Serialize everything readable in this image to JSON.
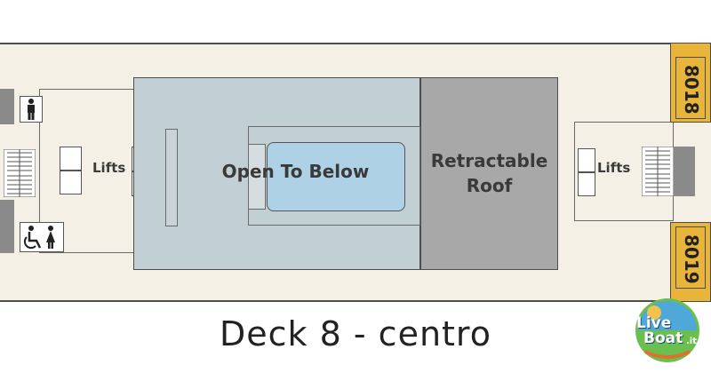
{
  "deck_title": "Deck 8 - centro",
  "areas": {
    "atrium_void": "Open To Below",
    "roof_line1": "Retractable",
    "roof_line2": "Roof"
  },
  "lifts": {
    "fore": "Lifts",
    "aft": "Lifts"
  },
  "cabins": {
    "top": "8018",
    "bottom": "8019"
  },
  "logo": {
    "line1": "Live",
    "line2": "Boat",
    "suffix": ".it"
  },
  "colors": {
    "deck_floor": "#f4f0e6",
    "atrium_void": "#c2cfd4",
    "pool_water": "#aed1e6",
    "retractable_roof": "#a8a8a8",
    "cabin": "#e8b43a",
    "stairs_block": "#8a8a8a",
    "outline": "#4d4d4d"
  },
  "icons": [
    "toilet-men-icon",
    "accessible-toilet-icon",
    "stairs-icon"
  ]
}
